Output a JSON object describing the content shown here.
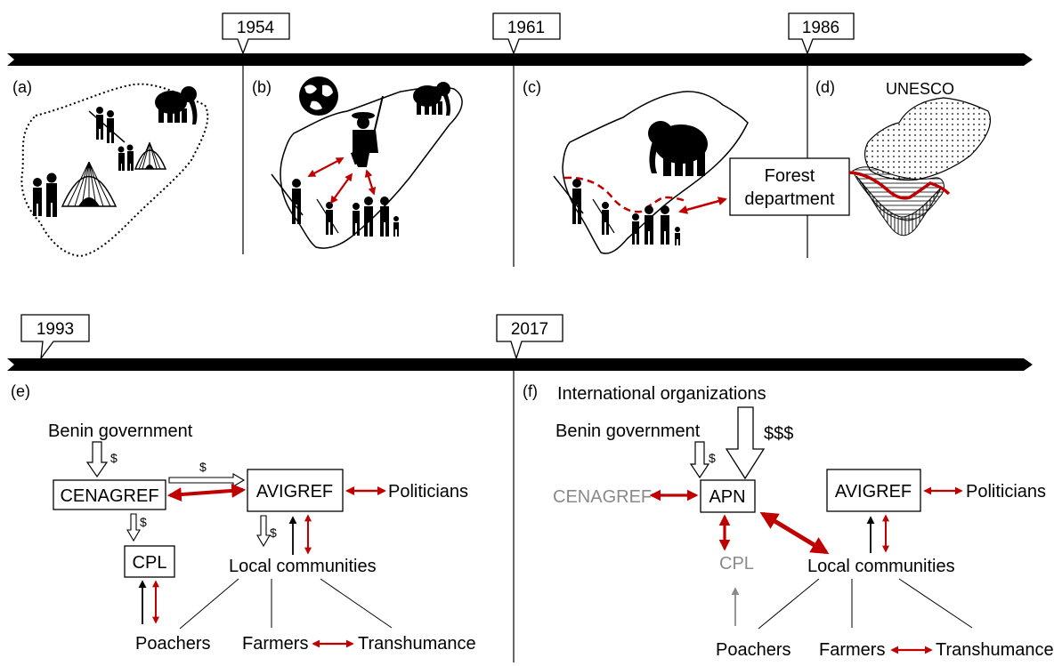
{
  "timeline_top": {
    "years": [
      "1954",
      "1961",
      "1986"
    ]
  },
  "timeline_bottom": {
    "years": [
      "1993",
      "2017"
    ]
  },
  "panels": {
    "a": {
      "label": "(a)"
    },
    "b": {
      "label": "(b)"
    },
    "c": {
      "label": "(c)",
      "box_line1": "Forest",
      "box_line2": "department"
    },
    "d": {
      "label": "(d)",
      "title": "UNESCO"
    },
    "e": {
      "label": "(e)",
      "benin_government": "Benin government",
      "dollar": "$",
      "cenagref": "CENAGREF",
      "avigref": "AVIGREF",
      "politicians": "Politicians",
      "cpl": "CPL",
      "local_communities": "Local communities",
      "poachers": "Poachers",
      "farmers": "Farmers",
      "transhumance": "Transhumance"
    },
    "f": {
      "label": "(f)",
      "international_organizations": "International organizations",
      "benin_government": "Benin government",
      "dollar": "$",
      "triple_dollar": "$$$",
      "cenagref": "CENAGREF",
      "apn": "APN",
      "avigref": "AVIGREF",
      "politicians": "Politicians",
      "cpl": "CPL",
      "local_communities": "Local communities",
      "poachers": "Poachers",
      "farmers": "Farmers",
      "transhumance": "Transhumance"
    }
  },
  "colors": {
    "relation": "#c00000",
    "line": "#000000",
    "muted": "#8a8a8a"
  }
}
